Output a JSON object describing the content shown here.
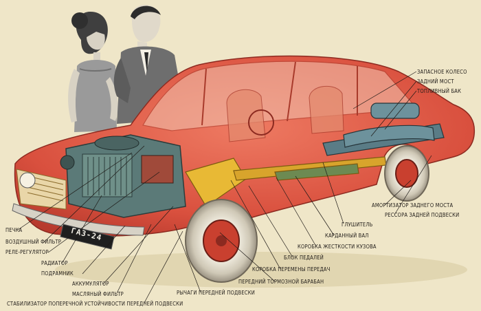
{
  "plate": "ГАЗ-24",
  "labels": {
    "spare_wheel": "ЗАПАСНОЕ КОЛЕСО",
    "rear_axle": "ЗАДНИЙ МОСТ",
    "fuel_tank": "ТОПЛИВНЫЙ БАК",
    "rear_shock": "АМОРТИЗАТОР ЗАДНЕГО МОСТА",
    "rear_spring": "РЕССОРА ЗАДНЕЙ ПОДВЕСКИ",
    "muffler": "ГЛУШИТЕЛЬ",
    "driveshaft": "КАРДАННЫЙ ВАЛ",
    "body_stiffener": "КОРОБКА ЖЕСТКОСТИ КУЗОВА",
    "pedal_box": "БЛОК ПЕДАЛЕЙ",
    "gearbox": "КОРОБКА ПЕРЕМЕНЫ ПЕРЕДАЧ",
    "front_drum": "ПЕРЕДНИЙ ТОРМОЗНОЙ БАРАБАН",
    "front_arms": "РЫЧАГИ ПЕРЕДНЕЙ ПОДВЕСКИ",
    "heater": "ПЕЧКА",
    "air_filter": "ВОЗДУШНЫЙ ФИЛЬТР",
    "relay_regulator": "РЕЛЕ-РЕГУЛЯТОР",
    "radiator": "РАДИАТОР",
    "subframe": "ПОДРАМНИК",
    "battery": "АККУМУЛЯТОР",
    "oil_filter": "МАСЛЯНЫЙ ФИЛЬТР",
    "stabilizer": "СТАБИЛИЗАТОР ПОПЕРЕЧНОЙ УСТОЙЧИВОСТИ ПЕРЕДНЕЙ ПОДВЕСКИ"
  }
}
